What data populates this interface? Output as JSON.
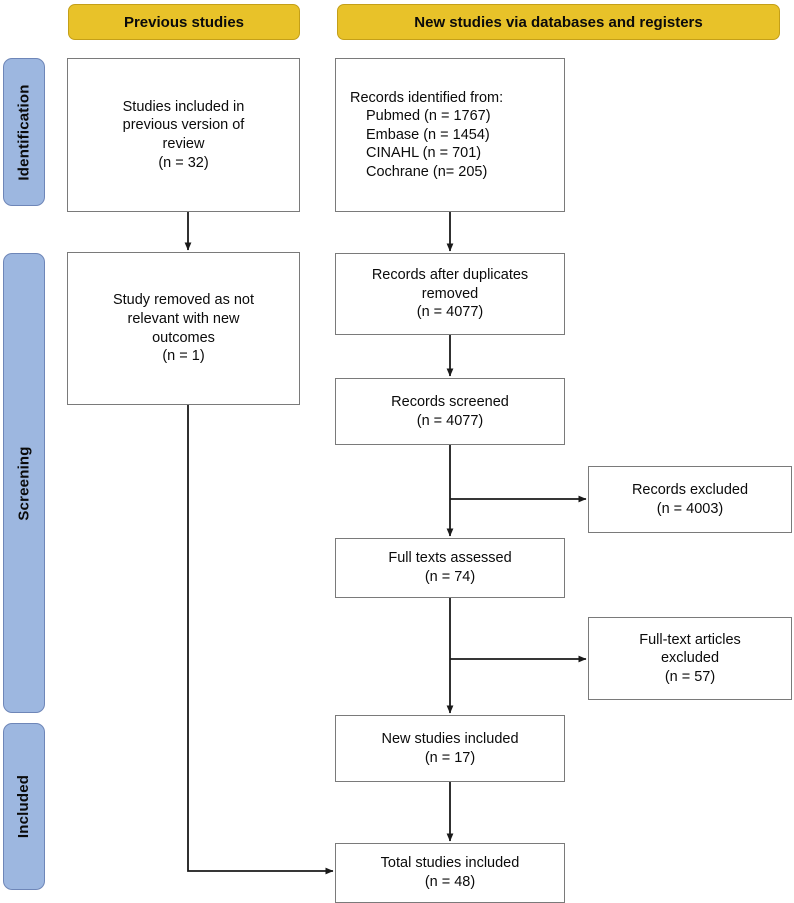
{
  "diagram": {
    "type": "prisma-flow-diagram",
    "stages": [
      {
        "id": "identification",
        "label": "Identification"
      },
      {
        "id": "screening",
        "label": "Screening"
      },
      {
        "id": "included",
        "label": "Included"
      }
    ],
    "columns": [
      {
        "id": "previous",
        "header": "Previous studies"
      },
      {
        "id": "new",
        "header": "New studies via databases and registers"
      }
    ],
    "boxes": {
      "previous_included": {
        "lines": [
          "Studies included in",
          "previous version of",
          "review",
          "(n = 32)"
        ],
        "n": 32
      },
      "study_removed": {
        "lines": [
          "Study removed as not",
          "relevant with new",
          "outcomes",
          "(n = 1)"
        ],
        "n": 1
      },
      "records_identified": {
        "title": "Records identified from:",
        "sources": [
          {
            "name": "Pubmed",
            "text": "Pubmed (n = 1767)",
            "n": 1767
          },
          {
            "name": "Embase",
            "text": "Embase (n = 1454)",
            "n": 1454
          },
          {
            "name": "CINAHL",
            "text": "CINAHL (n = 701)",
            "n": 701
          },
          {
            "name": "Cochrane",
            "text": "Cochrane (n= 205)",
            "n": 205
          }
        ]
      },
      "records_after_duplicates": {
        "lines": [
          "Records after duplicates",
          "removed",
          "(n = 4077)"
        ],
        "n": 4077
      },
      "records_screened": {
        "lines": [
          "Records screened",
          "(n = 4077)"
        ],
        "n": 4077
      },
      "records_excluded": {
        "lines": [
          "Records excluded",
          "(n = 4003)"
        ],
        "n": 4003
      },
      "full_texts_assessed": {
        "lines": [
          "Full texts assessed",
          "(n = 74)"
        ],
        "n": 74
      },
      "full_text_excluded": {
        "lines": [
          "Full-text articles",
          "excluded",
          "(n = 57)"
        ],
        "n": 57
      },
      "new_studies_included": {
        "lines": [
          "New studies included",
          "(n = 17)"
        ],
        "n": 17
      },
      "total_studies_included": {
        "lines": [
          "Total studies included",
          "(n = 48)"
        ],
        "n": 48
      }
    },
    "colors": {
      "header_fill": "#E8C229",
      "header_stroke": "#C49F18",
      "stage_fill": "#9DB7E0",
      "stage_stroke": "#6E86B8",
      "box_stroke": "#7a7a7a",
      "connector": "#1a1a1a",
      "background": "#ffffff",
      "text": "#0b0b0b"
    }
  }
}
